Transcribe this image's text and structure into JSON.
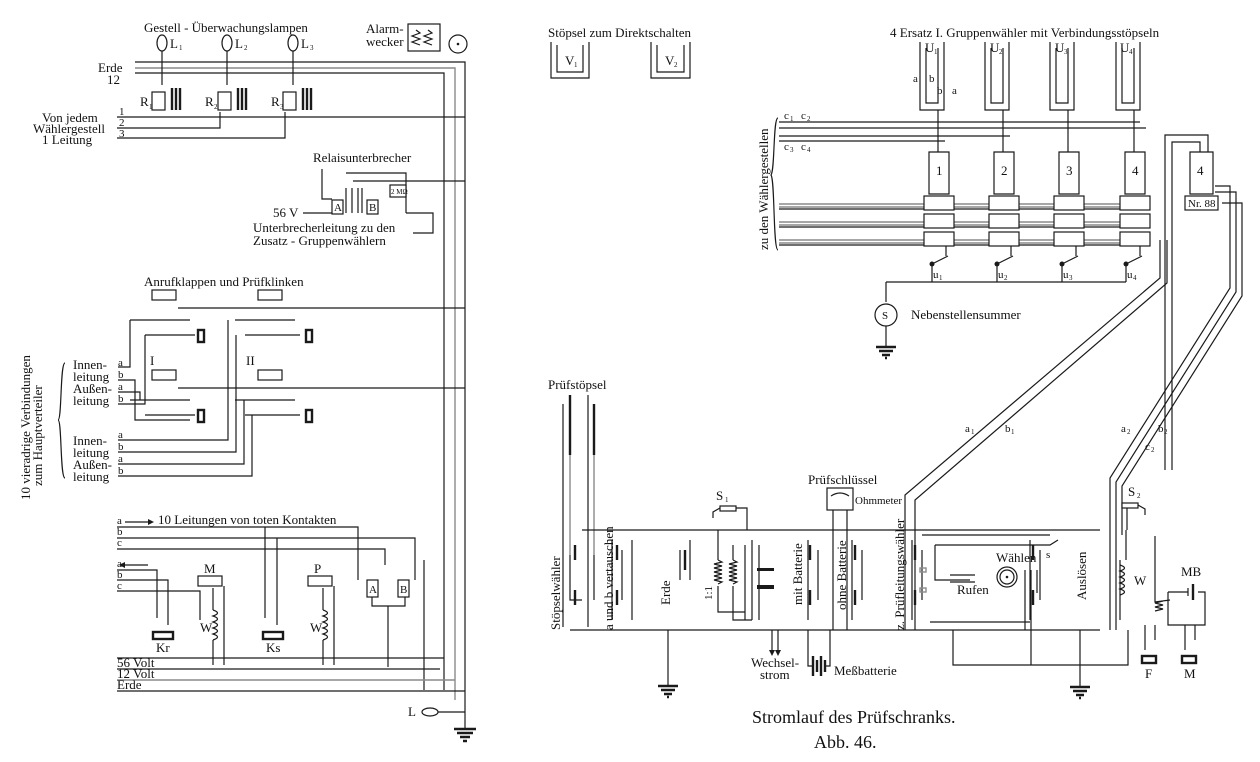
{
  "figure": {
    "caption_title": "Stromlauf des Prüfschranks.",
    "caption_number": "Abb. 46."
  },
  "left_panel": {
    "lamps_title": "Gestell - Überwachungslampen",
    "lamps": [
      "L",
      "L",
      "L"
    ],
    "lamp_subs": [
      "1",
      "2",
      "3"
    ],
    "alarm_label_1": "Alarm-",
    "alarm_label_2": "wecker",
    "erde_label": "Erde",
    "erde_number": "12",
    "relays": [
      "R",
      "R",
      "R"
    ],
    "relay_subs": [
      "1",
      "2",
      "3"
    ],
    "from_frame_1": "Von jedem",
    "from_frame_2": "Wählergestell",
    "from_frame_3": "1 Leitung",
    "line_numbers": [
      "1",
      "2",
      "3"
    ],
    "interrupter_title": "Relaisunterbrecher",
    "interrupter_relays": [
      "A",
      "B"
    ],
    "interrupter_resistor": "2 MΩ",
    "voltage_56": "56 V",
    "interrupter_line_1": "Unterbrecherleitung zu den",
    "interrupter_line_2": "Zusatz - Gruppenwählern",
    "jacks_title": "Anrufklappen und Prüfklinken",
    "jack_groups": [
      "I",
      "II"
    ],
    "vertical_label_1": "10 vieradrige Verbindungen",
    "vertical_label_2": "zum Hauptverteiler",
    "line_groups": [
      {
        "inner_1": "Innen-",
        "inner_2": "leitung",
        "outer_1": "Außen-",
        "outer_2": "leitung"
      },
      {
        "inner_1": "Innen-",
        "inner_2": "leitung",
        "outer_1": "Außen-",
        "outer_2": "leitung"
      }
    ],
    "wire_a": "a",
    "wire_b": "b",
    "wire_c": "c",
    "dead_contacts_title": "10 Leitungen von toten Kontakten",
    "relay_M": "M",
    "relay_P": "P",
    "coil_W": "W",
    "key_Kr": "Kr",
    "key_Ks": "Ks",
    "bus_56": "56 Volt",
    "bus_12": "12 Volt",
    "bus_erde": "Erde",
    "lamp_L": "L",
    "relay_A": "A",
    "relay_B": "B"
  },
  "right_top": {
    "plugs_title": "Stöpsel zum Direktschalten",
    "plugs": [
      "V",
      "V"
    ],
    "plug_subs": [
      "1",
      "2"
    ],
    "selectors_title": "4 Ersatz I. Gruppenwähler mit Verbindungsstöpseln",
    "selector_plugs": [
      "U",
      "U",
      "U",
      "U"
    ],
    "selector_plug_subs": [
      "1",
      "2",
      "3",
      "4"
    ],
    "wire_labels": [
      "a",
      "b",
      "b",
      "a"
    ],
    "c_labels": [
      "c",
      "c",
      "c",
      "c"
    ],
    "c_subs": [
      "1",
      "2",
      "3",
      "4"
    ],
    "vertical_label": "zu den Wählergestellen",
    "selectors": [
      "1",
      "2",
      "3",
      "4"
    ],
    "extra_selector": "4",
    "extra_selector_tag": "Nr. 88",
    "switches": [
      "u",
      "u",
      "u",
      "u"
    ],
    "switch_subs": [
      "1",
      "2",
      "3",
      "4"
    ],
    "buzzer_symbol": "S",
    "buzzer_label": "Nebenstellensummer"
  },
  "right_bottom": {
    "test_plug_title": "Prüfstöpsel",
    "key_S1": "S",
    "key_S1_sub": "1",
    "key_S2": "S",
    "key_S2_sub": "2",
    "test_key_title": "Prüfschlüssel",
    "ohmmeter": "Ohmmeter",
    "ratio": "1:1",
    "vertical_keys": [
      "Stöpselwähler",
      "a und b vertauschen",
      "Erde",
      "mit Batterie",
      "ohne Batterie",
      "z. Prüfleitungswähler",
      "Auslösen"
    ],
    "ac_label_1": "Wechsel-",
    "ac_label_2": "strom",
    "battery_label": "Meßbatterie",
    "dial_label": "Wählen",
    "ring_label": "Rufen",
    "contact_s": "s",
    "coil_W": "W",
    "micro_battery": "MB",
    "key_F": "F",
    "key_M": "M",
    "wire_a1": "a",
    "wire_b1": "b",
    "wire_a2": "a",
    "wire_b2": "b",
    "wire_c2": "c",
    "sub_1": "1",
    "sub_2": "2"
  }
}
